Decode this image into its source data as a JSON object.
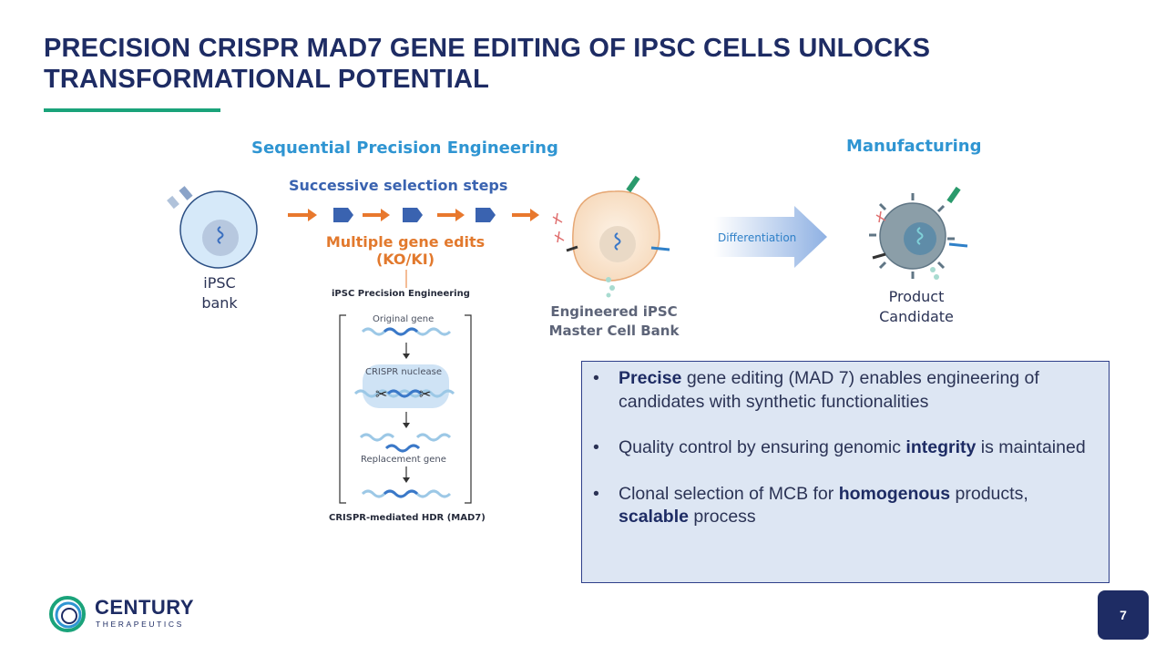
{
  "slide": {
    "title_line1": "PRECISION CRISPR MAD7 GENE EDITING OF IPSC CELLS UNLOCKS",
    "title_line2": "TRANSFORMATIONAL POTENTIAL",
    "page_number": "7"
  },
  "diagram": {
    "sequential_heading": "Sequential Precision Engineering",
    "manufacturing_heading": "Manufacturing",
    "selection_steps": "Successive selection steps",
    "gene_edits_line1": "Multiple gene edits",
    "gene_edits_line2": "(KO/KI)",
    "ipsc_label_line1": "iPSC",
    "ipsc_label_line2": "bank",
    "engineered_line1": "Engineered iPSC",
    "engineered_line2": "Master Cell Bank",
    "differentiation": "Differentiation",
    "product_line1": "Product",
    "product_line2": "Candidate",
    "inset": {
      "title": "iPSC Precision Engineering",
      "original_gene": "Original gene",
      "nuclease": "CRISPR nuclease",
      "replacement_gene": "Replacement gene",
      "footer": "CRISPR-mediated HDR (MAD7)"
    }
  },
  "bullets": [
    {
      "bold": "Precise",
      "rest": " gene editing (MAD 7) enables engineering of candidates with synthetic functionalities"
    },
    {
      "pre": "Quality control by ensuring genomic ",
      "bold": "integrity",
      "post": " is maintained"
    },
    {
      "pre": "Clonal selection of MCB for ",
      "bold1": "homogenous",
      "mid": " products, ",
      "bold2": "scalable",
      "post": " process"
    }
  ],
  "logo": {
    "name": "CENTURY",
    "sub": "THERAPEUTICS"
  },
  "colors": {
    "navy": "#1e2c64",
    "accent_green": "#1aa37a",
    "heading_blue": "#2f95d2",
    "arrow_orange": "#e8782d",
    "box_fill": "#dde6f3"
  }
}
